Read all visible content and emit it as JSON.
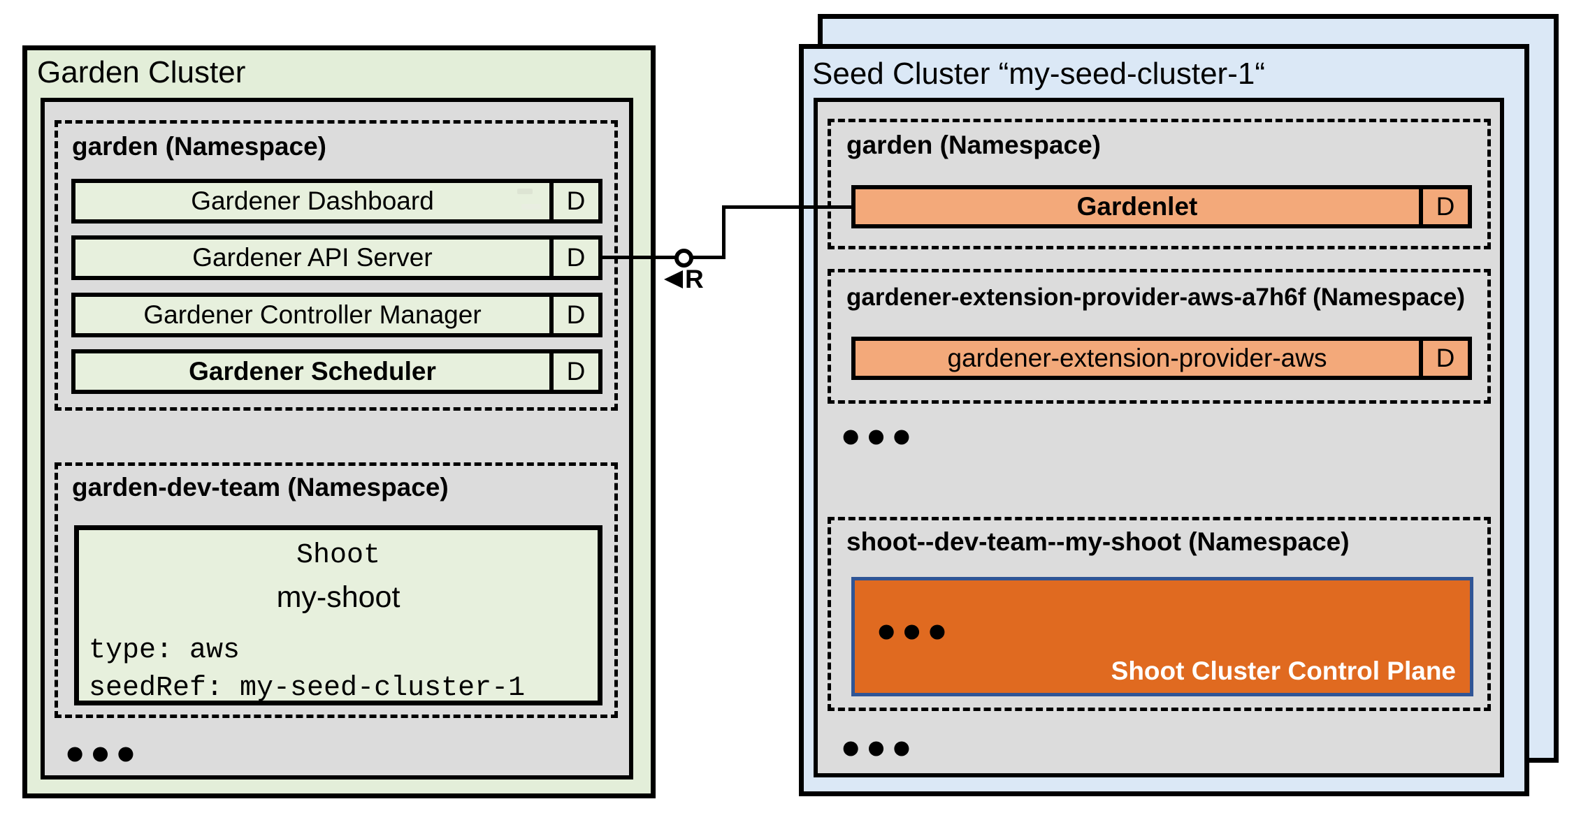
{
  "garden_cluster": {
    "title": "Garden Cluster",
    "ns_garden": {
      "label": "garden (Namespace)",
      "components": [
        {
          "name": "Gardener Dashboard",
          "badge": "D"
        },
        {
          "name": "Gardener API Server",
          "badge": "D"
        },
        {
          "name": "Gardener Controller Manager",
          "badge": "D"
        },
        {
          "name": "Gardener Scheduler",
          "badge": "D"
        }
      ]
    },
    "ns_dev_team": {
      "label": "garden-dev-team (Namespace)",
      "shoot_resource": {
        "kind": "Shoot",
        "name": "my-shoot",
        "spec_lines": [
          "type: aws",
          "seedRef: my-seed-cluster-1"
        ]
      }
    },
    "ellipsis": "•••"
  },
  "connector": {
    "interface_label": "R"
  },
  "seed_cluster": {
    "title": "Seed Cluster “my-seed-cluster-1“",
    "ns_garden": {
      "label": "garden (Namespace)",
      "components": [
        {
          "name": "Gardenlet",
          "badge": "D"
        }
      ]
    },
    "ns_extension": {
      "label": "gardener-extension-provider-aws-a7h6f (Namespace)",
      "components": [
        {
          "name": "gardener-extension-provider-aws",
          "badge": "D"
        }
      ]
    },
    "ellipsis_middle": "•••",
    "ns_shoot": {
      "label": "shoot--dev-team--my-shoot (Namespace)",
      "control_plane": {
        "label": "Shoot Cluster Control Plane",
        "ellipsis": "•••"
      }
    },
    "ellipsis_bottom": "•••"
  },
  "colors": {
    "garden_bg": "#e3eed9",
    "seed_bg": "#dbe8f6",
    "panel_gray": "#dcdcdc",
    "component_green": "#e7f0dd",
    "component_orange": "#f3a97a",
    "control_plane_orange": "#e06a20",
    "control_plane_border": "#2f5596",
    "line_black": "#000000"
  }
}
